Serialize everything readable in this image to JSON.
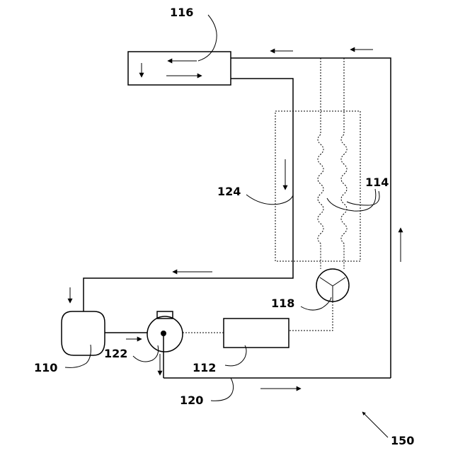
{
  "labels": {
    "l116": "116",
    "l114": "114",
    "l124": "124",
    "l118": "118",
    "l110": "110",
    "l122": "122",
    "l112": "112",
    "l120": "120",
    "l150": "150"
  }
}
